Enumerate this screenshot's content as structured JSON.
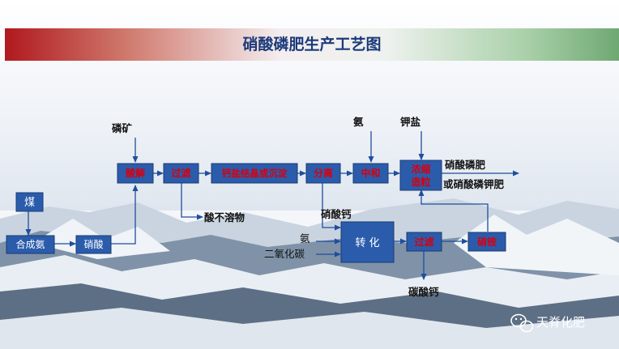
{
  "title": "硝酸磷肥生产工艺图",
  "nodes": {
    "suanjie": "酸解",
    "guolv1": "过滤",
    "gaiyan": "钙盐结晶或沉淀",
    "fenli": "分离",
    "zhonghe": "中和",
    "nongsuo_1": "浓缩",
    "nongsuo_2": "造粒",
    "mei": "煤",
    "hechengan": "合成氨",
    "xiaosuan": "硝酸",
    "zhuanhua": "转 化",
    "guolv2": "过滤",
    "xiaoan": "硝铵"
  },
  "labels": {
    "linkuang": "磷矿",
    "an_top": "氨",
    "jiayan": "钾盐",
    "product_1": "硝酸磷肥",
    "product_2": "或硝酸磷钾肥",
    "suanburongwu": "酸不溶物",
    "xiaosuangai": "硝酸钙",
    "an_mid": "氨",
    "eryanghuatan": "二氧化碳",
    "tansuangai": "碳酸钙"
  },
  "watermark": "天脊化肥",
  "colors": {
    "box_fill": "#2b5cab",
    "box_border": "#1a3a73",
    "arrow": "#1f4e9c",
    "title_text": "#1c3a7a",
    "node_text_red": "#d8000c"
  }
}
